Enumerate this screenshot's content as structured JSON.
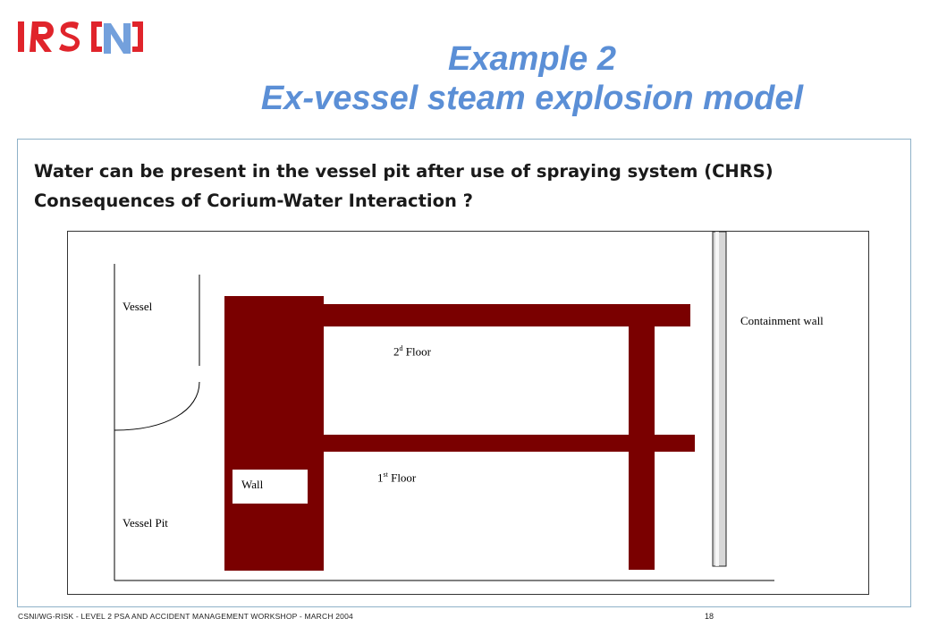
{
  "logo": {
    "text": "IRSN",
    "red": "#e0242b",
    "blue": "#5b8fd6"
  },
  "title": {
    "line1": "Example 2",
    "line2": "Ex-vessel steam explosion model",
    "color": "#5b8fd6"
  },
  "bullets": [
    "Water can be present in the vessel pit after use of spraying system (CHRS)",
    "Consequences of Corium-Water Interaction ?"
  ],
  "diagram": {
    "vessel": "Vessel",
    "vessel_pit": "Vessel Pit",
    "wall": "Wall",
    "floor2_prefix": "2",
    "floor2_sup": "d",
    "floor2_suffix": " Floor",
    "floor1_prefix": "1",
    "floor1_sup": "st",
    "floor1_suffix": " Floor",
    "containment": "Containment wall",
    "structure_color": "#7a0000"
  },
  "footer": {
    "left": "CSNI/WG-RISK - LEVEL 2 PSA AND ACCIDENT MANAGEMENT WORKSHOP - MARCH 2004",
    "page": "18"
  }
}
